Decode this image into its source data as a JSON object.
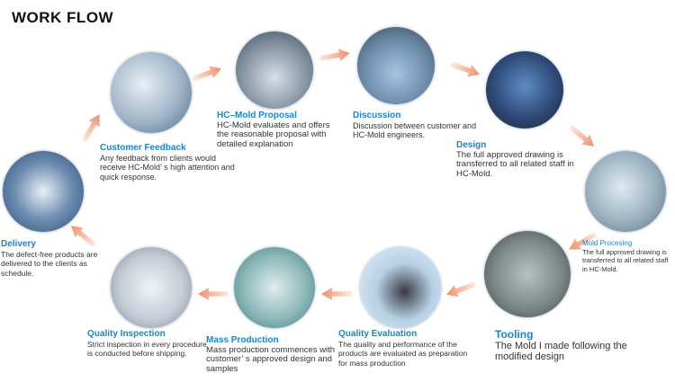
{
  "title": "WORK FLOW",
  "accent": "#1a86c8",
  "arrow_color": "#ef8f6a",
  "steps": [
    {
      "name": "Customer Feedback",
      "text": "Any feedback from clients would receive HC-Mold’ s high attention and quick response."
    },
    {
      "name": "HC–Mold Proposal",
      "text": "HC-Mold evaluates and offers the reasonable proposal with detailed explanation"
    },
    {
      "name": "Discussion",
      "text": "Discussion between customer and HC-Mold engineers."
    },
    {
      "name": "Design",
      "text": "The full approved drawing is transferred to all related staff in HC-Mold."
    },
    {
      "name": "Mold Procesing",
      "text": "The full approved drawing is transferred to all related staff in HC-Mold."
    },
    {
      "name": "Tooling",
      "text": "The Mold I made following the modified design"
    },
    {
      "name": "Quality Evaluation",
      "text": "The quality and performance of the products are evaluated as preparation for mass production"
    },
    {
      "name": "Mass Production",
      "text": "Mass production commences with customer’ s approved design and samples"
    },
    {
      "name": "Quality Inspection",
      "text": "Strict inspection in every procedure is conducted before shipping."
    },
    {
      "name": "Delivery",
      "text": "The defect-free products are delivered to the clients as schedule."
    }
  ]
}
